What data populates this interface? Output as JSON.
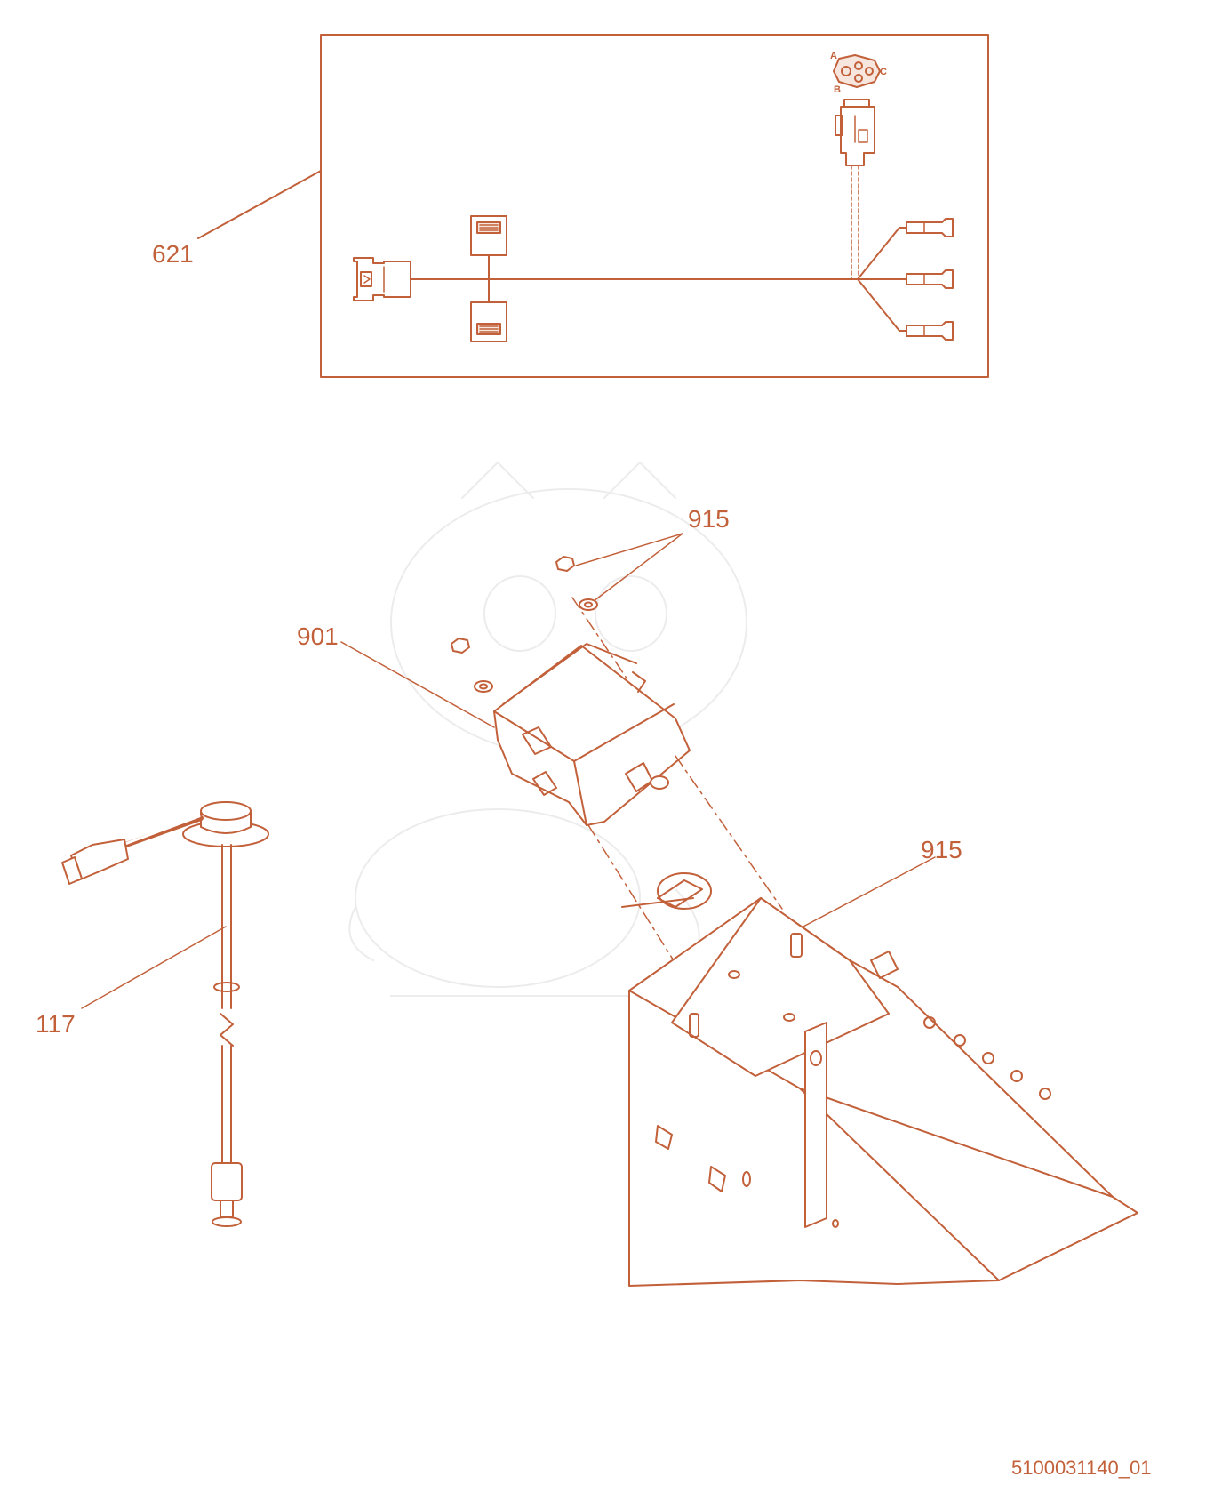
{
  "colors": {
    "line": "#c2603a",
    "fill": "#ffffff",
    "accent_fill": "#f7e6dd",
    "watermark": "#ececec"
  },
  "icons": [
    "harness-connector-icon",
    "terminal-icon",
    "relay-icon",
    "float-sensor-icon",
    "bracket-icon",
    "nut-icon",
    "washer-icon"
  ],
  "callouts": {
    "harness": "621",
    "relay": "901",
    "hardware_top": "915",
    "hardware_bracket": "915",
    "sensor": "117"
  },
  "connector_pins": {
    "a": "A",
    "b": "B",
    "c": "C"
  },
  "document_number": "5100031140_01"
}
